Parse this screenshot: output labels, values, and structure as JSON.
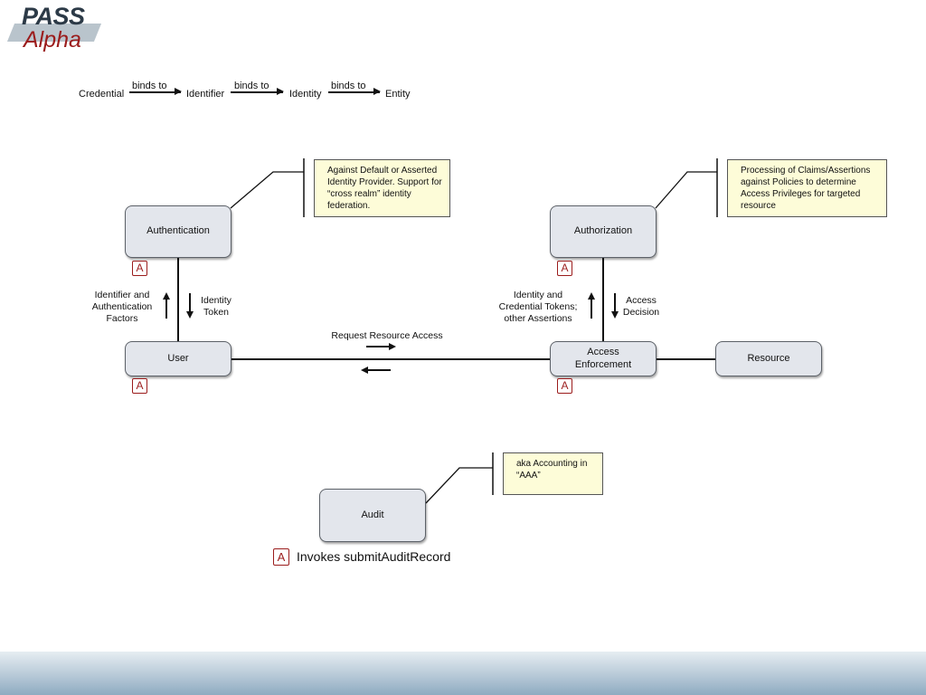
{
  "logo": {
    "line1": "PASS",
    "line2": "Alpha"
  },
  "binding_chain": {
    "terms": [
      "Credential",
      "Identifier",
      "Identity",
      "Entity"
    ],
    "relation": "binds to"
  },
  "nodes": {
    "authentication": "Authentication",
    "authorization": "Authorization",
    "user": "User",
    "access_enforcement": "Access Enforcement",
    "resource": "Resource",
    "audit": "Audit"
  },
  "notes": {
    "authentication": "Against Default or Asserted Identity Provider. Support for “cross realm” identity federation.",
    "authorization": "Processing of Claims/Assertions against Policies to determine Access Privileges for targeted resource",
    "audit": "aka Accounting in “AAA”"
  },
  "flows": {
    "identifier_factors": "Identifier and Authentication Factors",
    "identity_token": "Identity Token",
    "identity_credential_tokens": "Identity and Credential Tokens; other Assertions",
    "access_decision": "Access Decision",
    "request_resource_access": "Request Resource Access"
  },
  "badge_letter": "A",
  "legend": {
    "text": "Invokes submitAuditRecord"
  },
  "colors": {
    "accent_red": "#9b1c1c",
    "node_fill": "#e3e6ec",
    "note_fill": "#fdfcd8",
    "logo_dark": "#2c3a47"
  }
}
